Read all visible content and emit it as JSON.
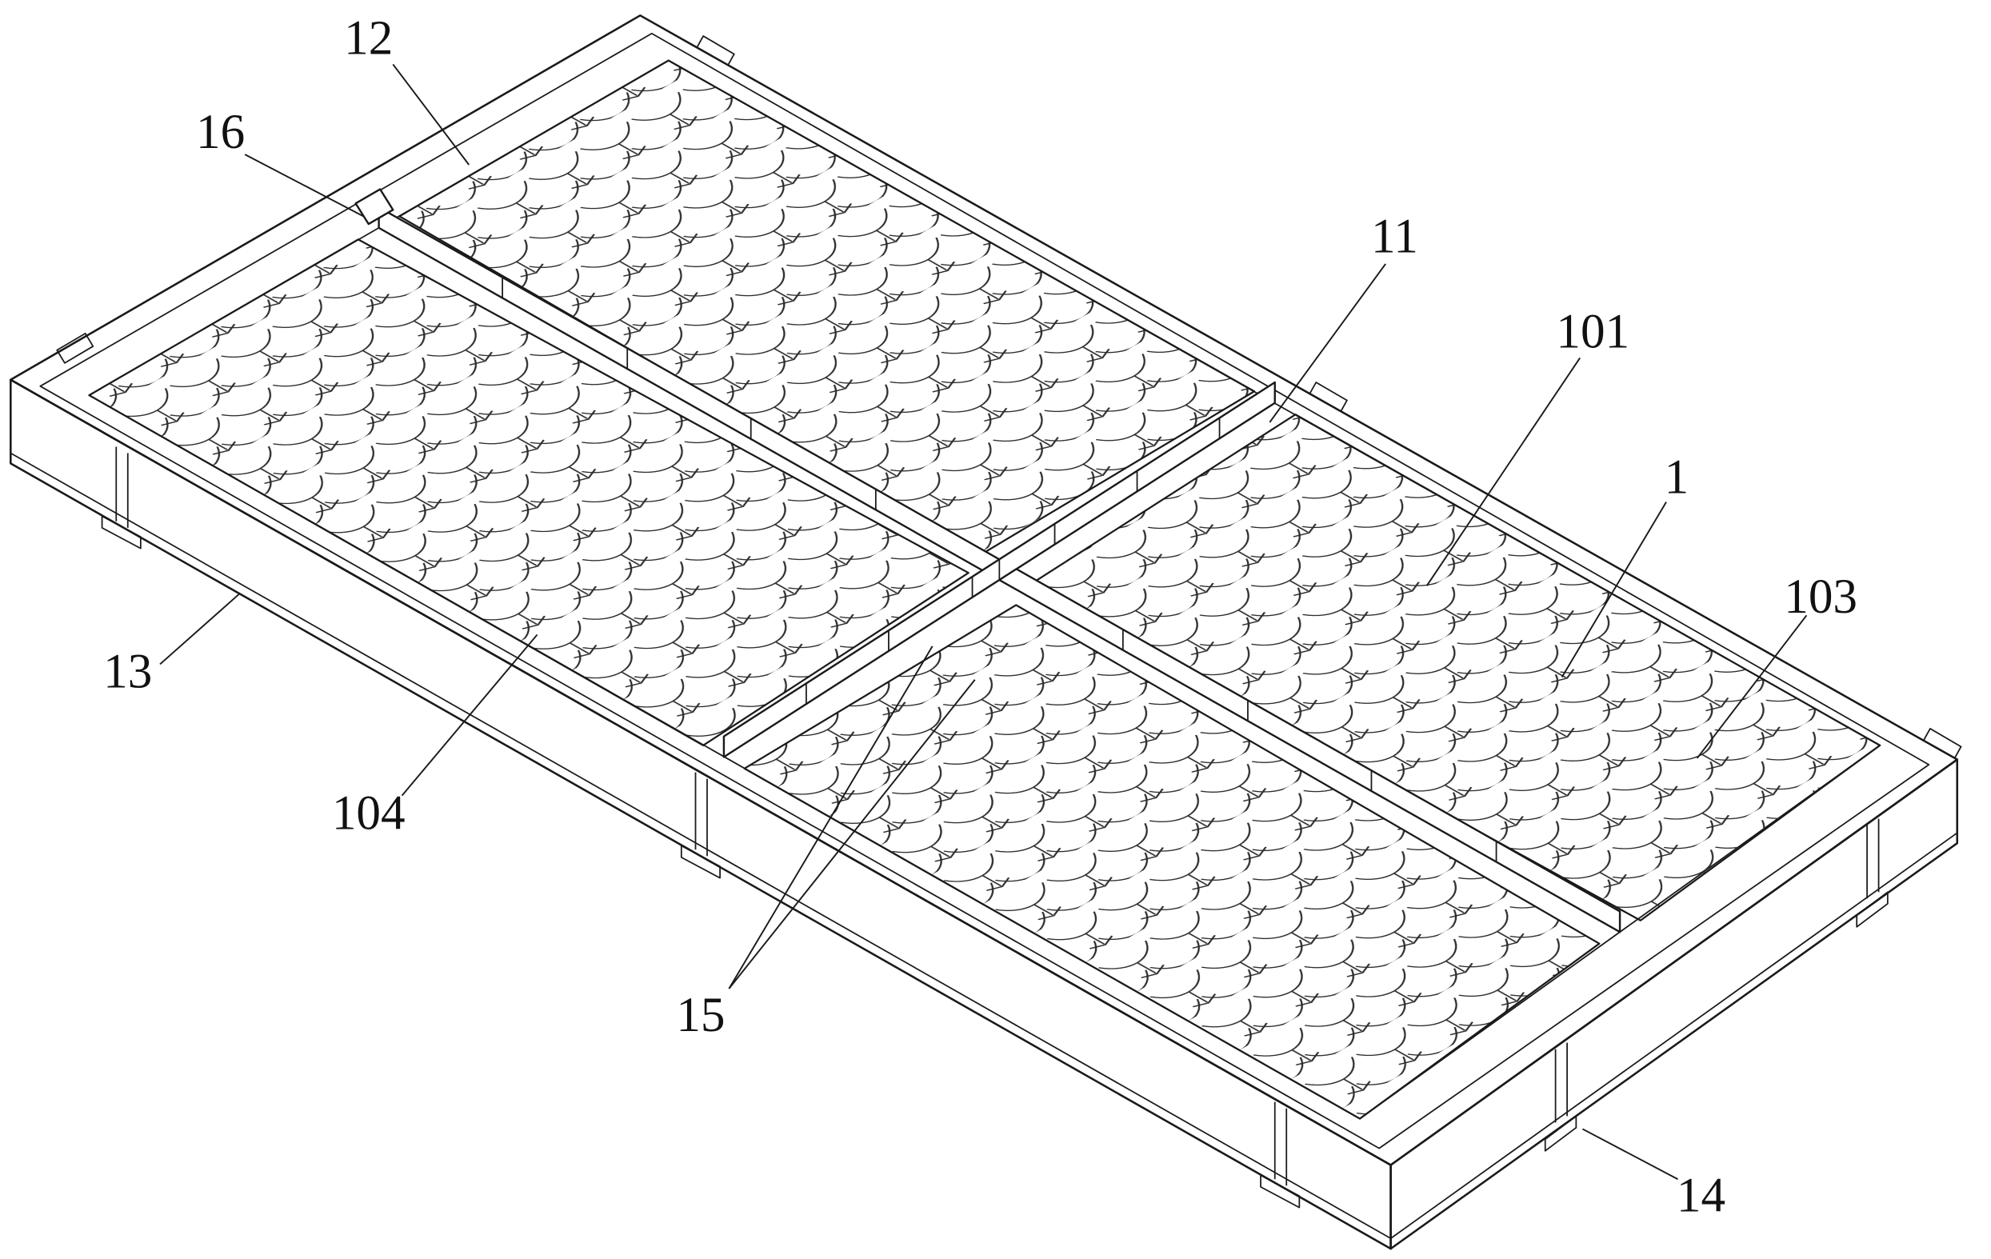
{
  "figure": {
    "kind": "patent-line-drawing",
    "description": "Isometric technical drawing of a rectangular tray with four egg-crate textured quadrants separated by cross divider walls",
    "background_color": "#ffffff",
    "line_color": "#1a1a1a",
    "labels": {
      "n12": "12",
      "n16": "16",
      "n11": "11",
      "n101": "101",
      "n1": "1",
      "n103": "103",
      "n13": "13",
      "n104": "104",
      "n15": "15",
      "n14": "14"
    }
  }
}
